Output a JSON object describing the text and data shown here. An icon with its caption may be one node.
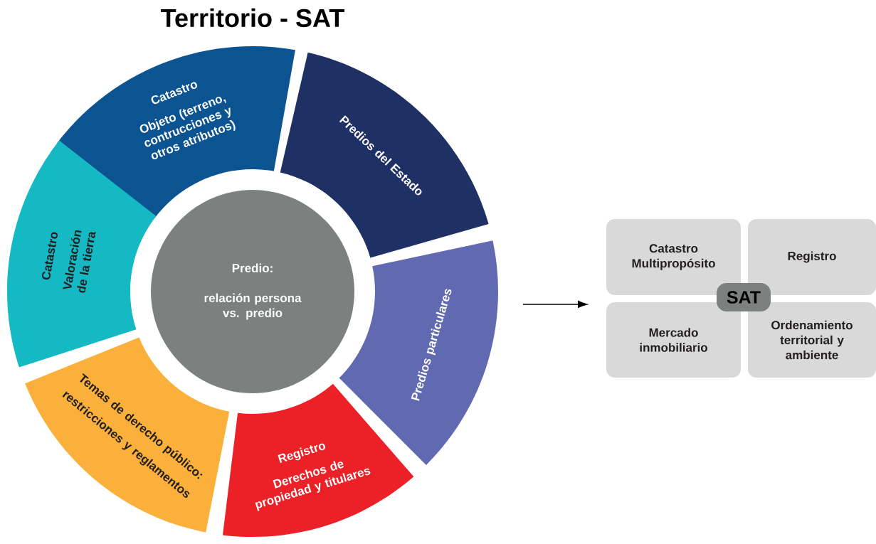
{
  "diagram": {
    "title": "Territorio - SAT",
    "nodes": [
      {
        "text": [
          "Predio:",
          "relación persona vs. predio"
        ]
      },
      {
        "text": [
          "Catastro",
          "Objeto (terreno, contrucciones y otros atributos)"
        ]
      },
      {
        "text": [
          "Predios del Estado"
        ]
      },
      {
        "text": [
          "Predios particulares"
        ]
      },
      {
        "text": [
          "Registro",
          "Derechos de propiedad y titulares"
        ]
      },
      {
        "text": [
          "Temas de derecho público:",
          "restricciones y reglamentos"
        ]
      },
      {
        "text": [
          "Catastro",
          "Valoración de la tierra"
        ]
      },
      {
        "text": [
          "Catastro Multipropósito"
        ]
      },
      {
        "text": [
          "Registro"
        ]
      },
      {
        "text": [
          "Mercado inmobiliario"
        ]
      },
      {
        "text": [
          "Ordenamiento territorial y ambiente"
        ]
      },
      {
        "text": [
          "SAT"
        ]
      }
    ]
  }
}
